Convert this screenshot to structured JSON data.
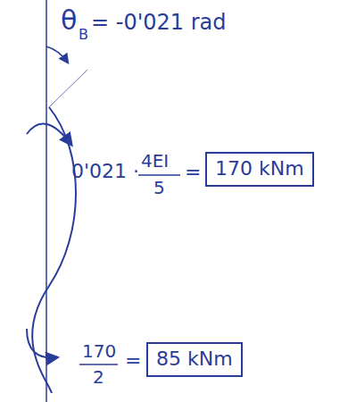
{
  "diagram": {
    "nodes": [
      {
        "text": [
          "170 kNm"
        ]
      },
      {
        "text": [
          "85 kNm"
        ]
      }
    ],
    "labels": [
      "θ",
      "B",
      "= -0'021 rad",
      "0'021 ·",
      "4EI",
      "5",
      "=",
      "170",
      "2",
      "="
    ]
  }
}
